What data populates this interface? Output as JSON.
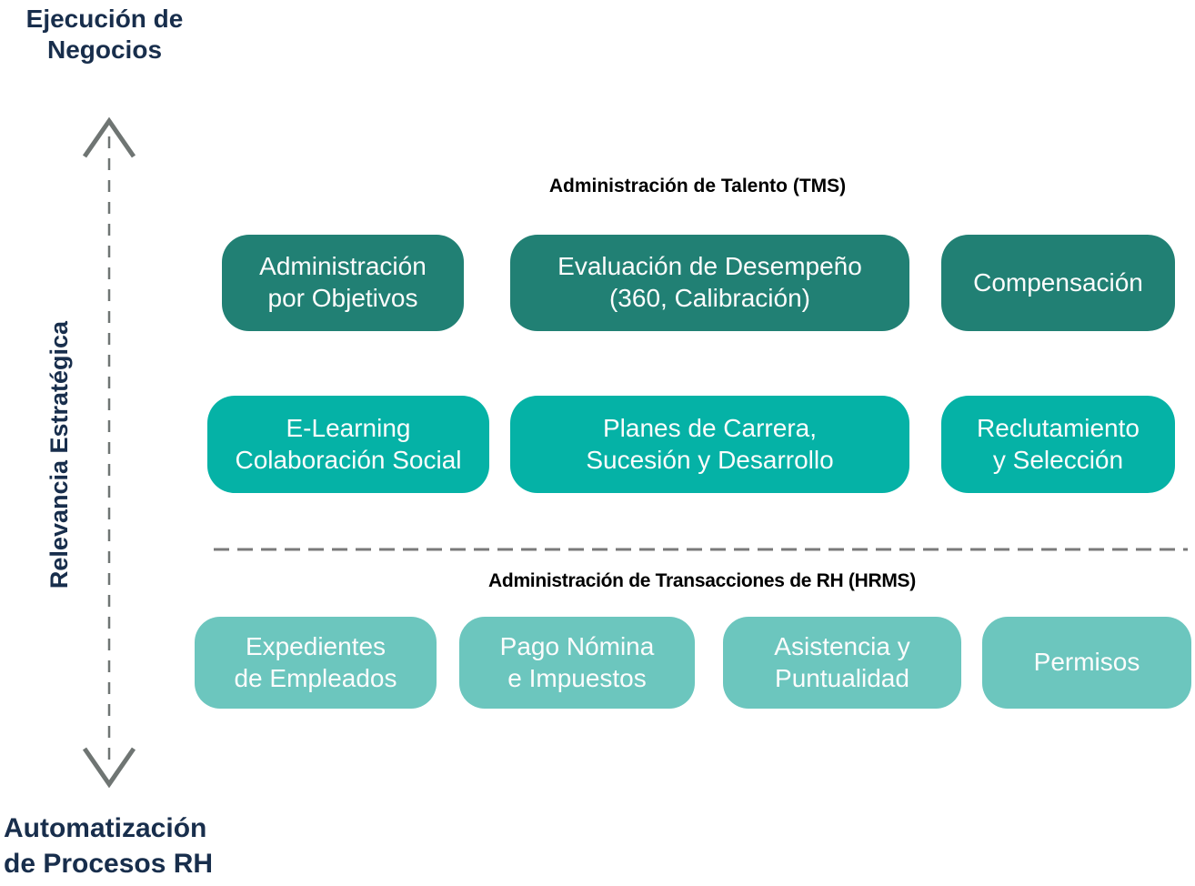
{
  "labels": {
    "business_execution": "Ejecución de\nNegocios",
    "strategic_relevance": "Relevancia Estratégica",
    "hr_process_automation": "Automatización\nde Procesos RH"
  },
  "tms": {
    "title": "Administración de Talento (TMS)",
    "row1": [
      "Administración\npor Objetivos",
      "Evaluación de Desempeño\n(360, Calibración)",
      "Compensación"
    ],
    "row2": [
      "E-Learning\nColaboración Social",
      "Planes de Carrera,\nSucesión y Desarrollo",
      "Reclutamiento\ny Selección"
    ]
  },
  "hrms": {
    "title": "Administración de Transacciones de RH (HRMS)",
    "row": [
      "Expedientes\nde Empleados",
      "Pago Nómina\ne Impuestos",
      "Asistencia y\nPuntualidad",
      "Permisos"
    ]
  },
  "colors": {
    "tier1": "#218074",
    "tier2": "#05B2A6",
    "tier3": "#6CC6BE",
    "navy_text": "#182E4C",
    "arrow_gray": "#6F7573",
    "divider_gray": "#7A7A7A",
    "box_text": "#FCFCFC"
  }
}
